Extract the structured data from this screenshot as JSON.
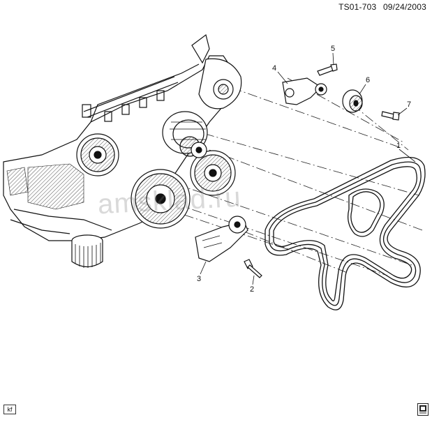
{
  "header": {
    "ref_code": "TS01-703",
    "date": "09/24/2003"
  },
  "callouts": [
    {
      "num": "1"
    },
    {
      "num": "2"
    },
    {
      "num": "3"
    },
    {
      "num": "4"
    },
    {
      "num": "5"
    },
    {
      "num": "6"
    },
    {
      "num": "7"
    }
  ],
  "footer": {
    "initials": "kf"
  },
  "watermark": {
    "text": "amsklad.ru"
  },
  "colors": {
    "ink": "#111111",
    "hatch": "#555555",
    "wm": "#8a8a8a"
  }
}
